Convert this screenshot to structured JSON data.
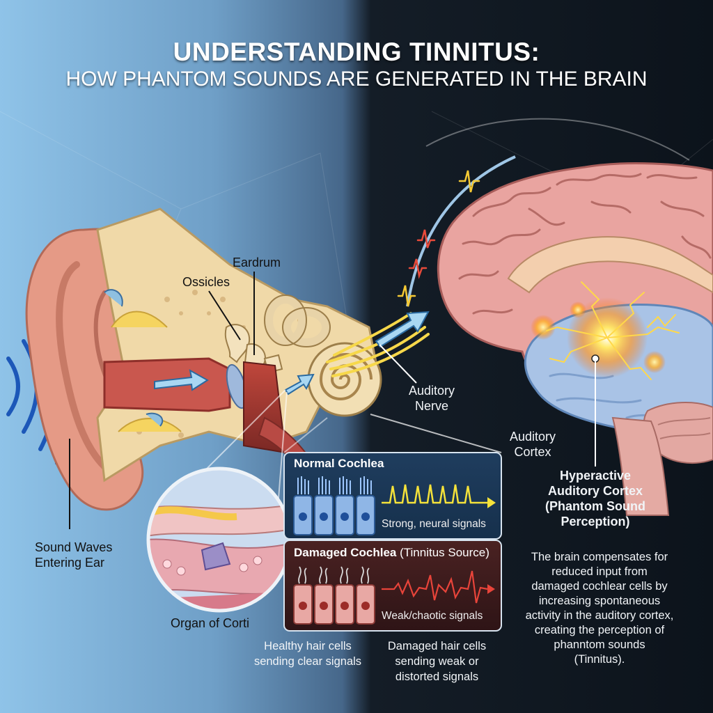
{
  "title": {
    "line1": "UNDERSTANDING TINNITUS:",
    "line2": "HOW PHANTOM SOUNDS ARE GENERATED IN THE BRAIN"
  },
  "ear_labels": {
    "eardrum": "Eardrum",
    "ossicles": "Ossicles",
    "auditory_nerve": "Auditory\nNerve",
    "sound_waves": "Sound Waves\nEntering Ear",
    "organ_of_corti": "Organ of Corti"
  },
  "brain_labels": {
    "auditory_cortex": "Auditory\nCortex",
    "hyperactive": "Hyperactive\nAuditory Cortex\n(Phantom Sound\nPerception)",
    "explanation": "The brain compensates for\nreduced input from\ndamaged cochlear cells by\nincreasing spontaneous\nactivity in the auditory cortex,\ncreating the perception of\nphanntom sounds\n(Tinnitus)."
  },
  "inset": {
    "normal": {
      "title": "Normal Cochlea",
      "signal_text": "Strong, neural signals"
    },
    "damaged": {
      "title_bold": "Damaged Cochlea",
      "title_rest": " (Tinnitus Source)",
      "signal_text": "Weak/chaotic signals"
    }
  },
  "captions": {
    "healthy": "Healthy hair cells\nsending clear signals",
    "damaged": "Damaged hair cells\nsending weak or\ndistorted signals"
  },
  "colors": {
    "signal_strong": "#f5e23a",
    "signal_chaotic": "#e8443a",
    "hotspot": "#ffd23a",
    "brain": "#e9a4a0",
    "temporal_lobe": "#a9c3e6"
  }
}
